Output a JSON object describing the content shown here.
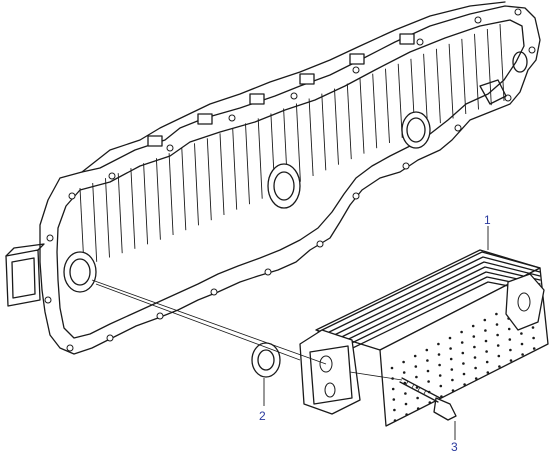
{
  "diagram": {
    "type": "exploded parts diagram",
    "colors": {
      "line": "#1a1a1a",
      "callout": "#2a3a9e",
      "background": "#ffffff"
    },
    "callouts": [
      {
        "label": "1"
      },
      {
        "label": "2"
      },
      {
        "label": "3"
      }
    ]
  }
}
